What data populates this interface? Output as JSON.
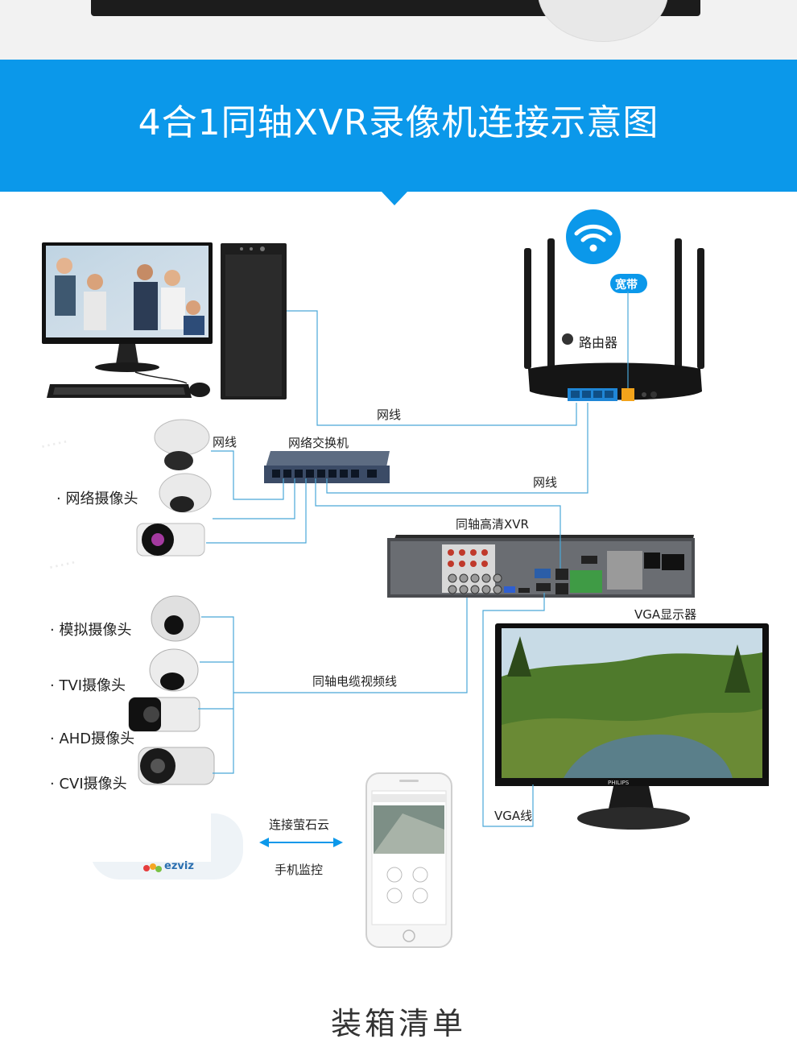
{
  "banner": {
    "title": "4合1同轴XVR录像机连接示意图"
  },
  "labels": {
    "network_cable_top": "网线",
    "network_cable_camera": "网线",
    "network_switch": "网络交换机",
    "network_cable_xvr": "网线",
    "router": "路由器",
    "broadband": "宽带",
    "xvr": "同轴高清XVR",
    "vga_monitor": "VGA显示器",
    "coax_cable": "同轴电缆视频线",
    "vga_cable": "VGA线",
    "connect_cloud": "连接萤石云",
    "phone_monitor": "手机监控",
    "ezviz_logo": "ezviz"
  },
  "cameras": {
    "network": "· 网络摄像头",
    "analog": "· 模拟摄像头",
    "tvi": "· TVI摄像头",
    "ahd": "· AHD摄像头",
    "cvi": "· CVI摄像头"
  },
  "monitor_brand": "PHILIPS",
  "bottom": {
    "title": "装箱清单"
  },
  "colors": {
    "banner": "#0b98ea",
    "wire": "#4aa8d8",
    "accent": "#0b98ea"
  }
}
